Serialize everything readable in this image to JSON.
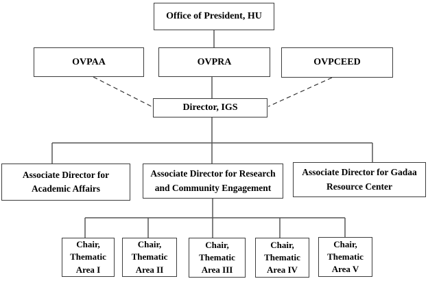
{
  "colors": {
    "background": "#ffffff",
    "box_border": "#3c3c3c",
    "box_fill": "#ffffff",
    "text": "#000000",
    "solid_line": "#555555",
    "dashed_line": "#333333"
  },
  "nodes": {
    "president": {
      "lines": [
        "Office of President, HU"
      ]
    },
    "ovpaa": {
      "lines": [
        "OVPAA"
      ]
    },
    "ovpra": {
      "lines": [
        "OVPRA"
      ]
    },
    "ovpceed": {
      "lines": [
        "OVPCEED"
      ]
    },
    "director": {
      "lines": [
        "Director, IGS"
      ]
    },
    "assoc_academic": {
      "lines": [
        "Associate Director for",
        "Academic Affairs"
      ]
    },
    "assoc_research": {
      "lines": [
        "Associate Director for Research",
        "and Community Engagement"
      ]
    },
    "assoc_gadaa": {
      "lines": [
        "Associate Director for Gadaa",
        "Resource Center"
      ]
    },
    "chair_1": {
      "lines": [
        "Chair,",
        "Thematic",
        "Area I"
      ]
    },
    "chair_2": {
      "lines": [
        "Chair,",
        "Thematic",
        "Area II"
      ]
    },
    "chair_3": {
      "lines": [
        "Chair,",
        "Thematic",
        "Area III"
      ]
    },
    "chair_4": {
      "lines": [
        "Chair,",
        "Thematic",
        "Area IV"
      ]
    },
    "chair_5": {
      "lines": [
        "Chair,",
        "Thematic",
        "Area V"
      ]
    }
  },
  "edges": [
    {
      "from": "president",
      "to": "ovpra",
      "style": "solid"
    },
    {
      "from": "ovpra",
      "to": "director",
      "style": "solid"
    },
    {
      "from": "ovpaa",
      "to": "director",
      "style": "dashed"
    },
    {
      "from": "ovpceed",
      "to": "director",
      "style": "dashed"
    },
    {
      "from": "director",
      "to": "assoc_academic",
      "style": "solid"
    },
    {
      "from": "director",
      "to": "assoc_research",
      "style": "solid"
    },
    {
      "from": "director",
      "to": "assoc_gadaa",
      "style": "solid"
    },
    {
      "from": "assoc_research",
      "to": "chair_1",
      "style": "solid"
    },
    {
      "from": "assoc_research",
      "to": "chair_2",
      "style": "solid"
    },
    {
      "from": "assoc_research",
      "to": "chair_3",
      "style": "solid"
    },
    {
      "from": "assoc_research",
      "to": "chair_4",
      "style": "solid"
    },
    {
      "from": "assoc_research",
      "to": "chair_5",
      "style": "solid"
    }
  ]
}
